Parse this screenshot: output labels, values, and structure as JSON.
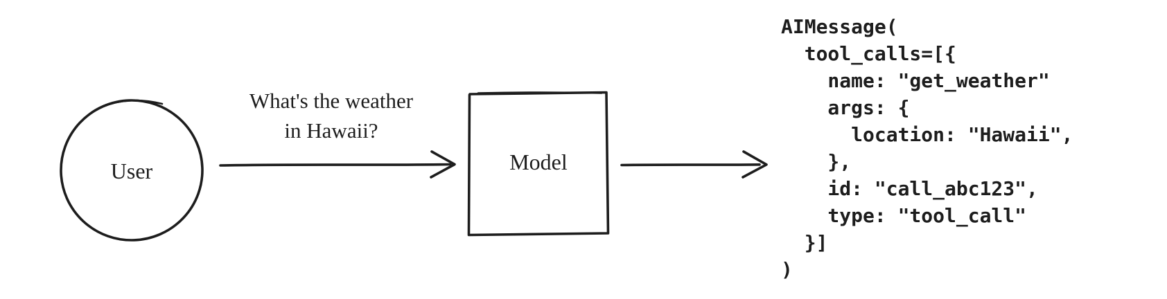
{
  "colors": {
    "ink": "#1d1d1d",
    "background": "#ffffff"
  },
  "diagram": {
    "user": {
      "label": "User",
      "shape": "circle"
    },
    "model": {
      "label": "Model",
      "shape": "rectangle"
    },
    "query": {
      "line1": "What's the weather",
      "line2": "in Hawaii?"
    },
    "arrows": [
      {
        "from": "User",
        "to": "Model",
        "label": "What's the weather in Hawaii?"
      },
      {
        "from": "Model",
        "to": "AIMessage output",
        "label": ""
      }
    ],
    "output": {
      "code": "AIMessage(\n  tool_calls=[{\n    name: \"get_weather\"\n    args: {\n      location: \"Hawaii\",\n    },\n    id: \"call_abc123\",\n    type: \"tool_call\"\n  }]\n)"
    }
  }
}
